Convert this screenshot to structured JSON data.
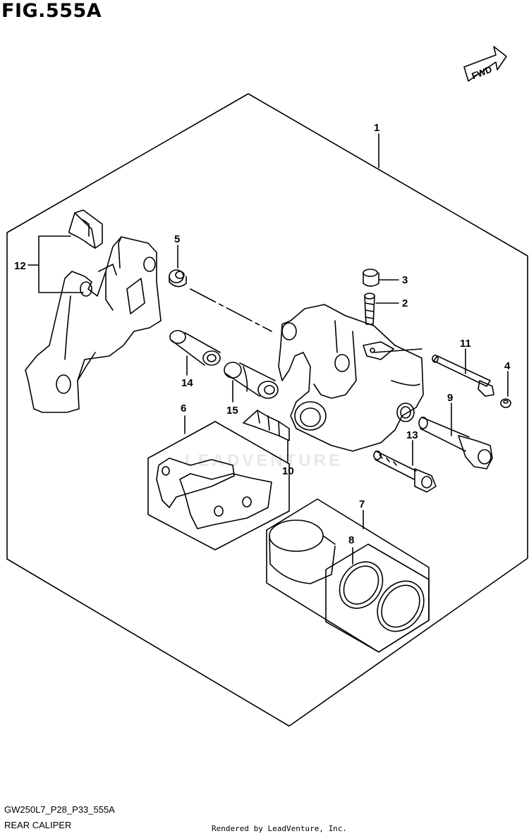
{
  "figure": {
    "title": "FIG.555A",
    "fwd_label": "FWD",
    "watermark": "LEADVENTURE"
  },
  "callouts": [
    {
      "id": "1",
      "label": "1"
    },
    {
      "id": "2",
      "label": "2"
    },
    {
      "id": "3",
      "label": "3"
    },
    {
      "id": "4",
      "label": "4"
    },
    {
      "id": "5",
      "label": "5"
    },
    {
      "id": "6",
      "label": "6"
    },
    {
      "id": "7",
      "label": "7"
    },
    {
      "id": "8",
      "label": "8"
    },
    {
      "id": "9",
      "label": "9"
    },
    {
      "id": "10",
      "label": "10"
    },
    {
      "id": "11",
      "label": "11"
    },
    {
      "id": "12",
      "label": "12"
    },
    {
      "id": "13",
      "label": "13"
    },
    {
      "id": "14",
      "label": "14"
    },
    {
      "id": "15",
      "label": "15"
    }
  ],
  "footer": {
    "diagram_code": "GW250L7_P28_P33_555A",
    "diagram_name": "REAR CALIPER",
    "render_credit": "Rendered by LeadVenture, Inc."
  }
}
